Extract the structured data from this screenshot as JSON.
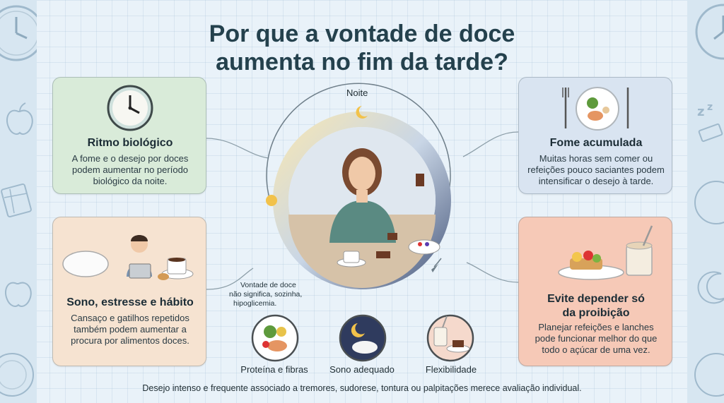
{
  "title_line1": "Por que a vontade de doce",
  "title_line2": "aumenta no fim da tarde?",
  "noite_label": "Noite",
  "cards": {
    "ritmo": {
      "heading": "Ritmo biológico",
      "text1": "A fome e o desejo por doces",
      "text2": "podem aumentar no período",
      "text3": "biológico da noite."
    },
    "fome": {
      "heading": "Fome acumulada",
      "text1": "Muitas horas sem comer ou",
      "text2": "refeições pouco saciantes podem",
      "text3": "intensificar o desejo à tarde."
    },
    "sono": {
      "heading": "Sono, estresse e hábito",
      "text1": "Cansaço e gatilhos repetidos",
      "text2": "também podem aumentar a",
      "text3": "procura por alimentos doces."
    },
    "evite": {
      "heading1": "Evite depender só",
      "heading2": "da proibição",
      "text1": "Planejar refeições e lanches",
      "text2": "pode funcionar melhor do que",
      "text3": "todo o açúcar de uma vez."
    }
  },
  "center_caption": {
    "line1": "Vontade de doce",
    "line2": "não significa, sozinha,",
    "line3": "hipoglicemia."
  },
  "bottom_items": [
    {
      "label": "Proteína e fibras",
      "icon": "plate-icon"
    },
    {
      "label": "Sono adequado",
      "icon": "moon-pillow-icon"
    },
    {
      "label": "Flexibilidade",
      "icon": "dessert-icon"
    }
  ],
  "disclaimer": "Desejo intenso e frequente associado a tremores, sudorese, tontura ou palpitações merece avaliação individual.",
  "colors": {
    "title": "#24414d",
    "green_card": "#d9ebd9",
    "blue_card": "#d9e4f1",
    "peach_card": "#f6e3d1",
    "salmon_card": "#f6c9b7"
  }
}
